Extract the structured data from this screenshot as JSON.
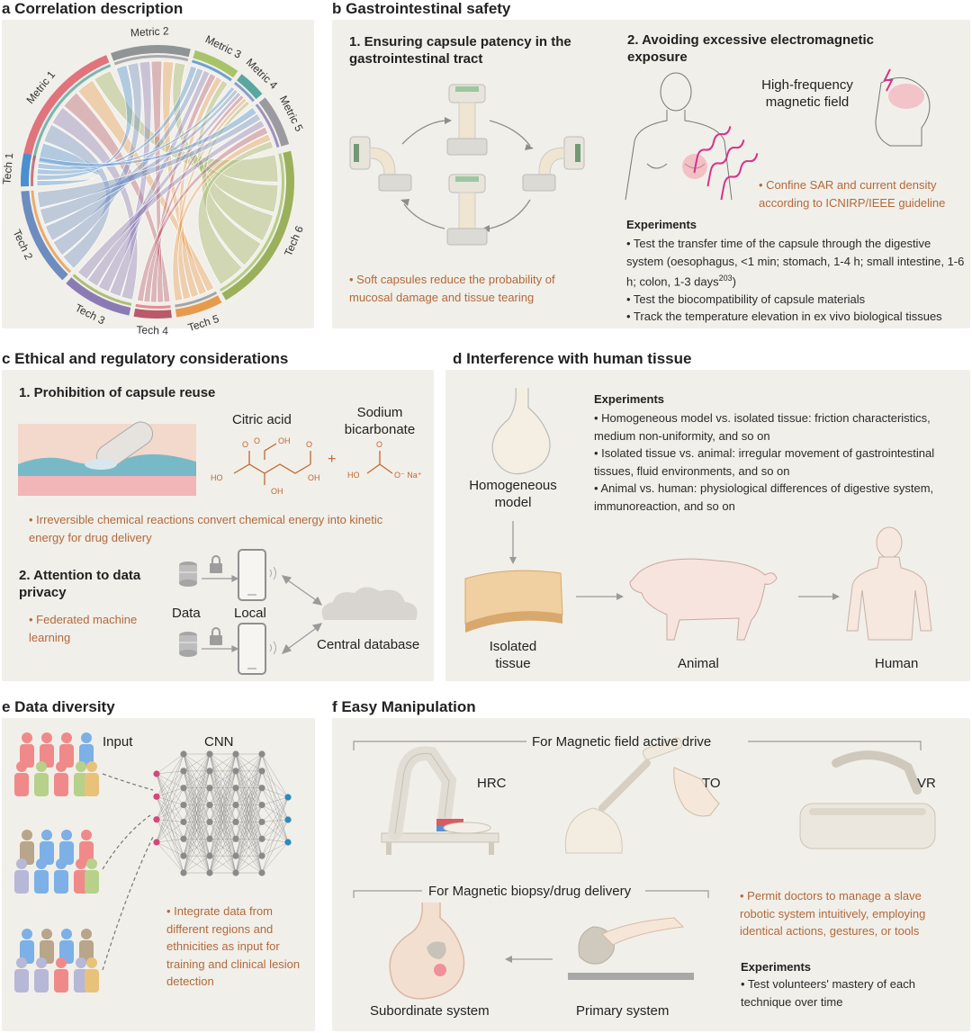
{
  "panel_a": {
    "title": "a Correlation description",
    "metrics": [
      "Metric 1",
      "Metric 2",
      "Metric 3",
      "Metric 4",
      "Metric 5"
    ],
    "techs": [
      "Tech 1",
      "Tech 2",
      "Tech 3",
      "Tech 4",
      "Tech 5",
      "Tech 6"
    ],
    "colors": [
      "#e0737c",
      "#8f9496",
      "#a8c46a",
      "#5aa7a0",
      "#9a9aa0",
      "#4a8fcf",
      "#6d8cbf",
      "#8b7bb5",
      "#b85a6a",
      "#e79a4e",
      "#9bb05a"
    ]
  },
  "panel_b": {
    "title": "b Gastrointestinal safety",
    "sub1": "1. Ensuring capsule patency in the gastrointestinal tract",
    "note1": "• Soft capsules reduce the probability of mucosal damage and tissue tearing",
    "sub2": "2. Avoiding excessive electromagnetic exposure",
    "field_label": "High-frequency magnetic field",
    "note2": "• Confine SAR and current density according to ICNIRP/IEEE guideline",
    "exp_title": "Experiments",
    "exp1_main": "• Test the transfer time of the capsule through the digestive system (oesophagus, <1 min; stomach, 1-4 h; small intestine, 1-6 h; colon, 1-3 days",
    "exp1_sup": "203",
    "exp1_end": ")",
    "exp2": "• Test the biocompatibility of capsule materials",
    "exp3": "• Track the temperature elevation in ex vivo biological tissues"
  },
  "panel_c": {
    "title": "c Ethical and regulatory considerations",
    "sub1": "1. Prohibition of capsule reuse",
    "citric": "Citric acid",
    "sodium": "Sodium bicarbonate",
    "plus": "+",
    "note1": "• Irreversible chemical reactions convert chemical energy into kinetic energy for drug delivery",
    "sub2": "2. Attention to data privacy",
    "note2": "• Federated machine learning",
    "data": "Data",
    "local": "Local",
    "central": "Central database"
  },
  "panel_d": {
    "title": "d Interference with human tissue",
    "exp_title": "Experiments",
    "exp1": "• Homogeneous model vs. isolated tissue: friction characteristics, medium non-uniformity, and so on",
    "exp2": "• Isolated tissue vs. animal: irregular movement of gastrointestinal tissues, fluid environments, and so on",
    "exp3": "• Animal vs. human: physiological differences of digestive system, immunoreaction, and so on",
    "homog": "Homogeneous model",
    "isolated": "Isolated tissue",
    "animal": "Animal",
    "human": "Human"
  },
  "panel_e": {
    "title": "e Data diversity",
    "input": "Input",
    "cnn": "CNN",
    "note": "• Integrate data from different regions and ethnicities as input for training and clinical lesion detection"
  },
  "panel_f": {
    "title": "f Easy Manipulation",
    "drive": "For Magnetic field active drive",
    "hrc": "HRC",
    "to": "TO",
    "vr": "VR",
    "biopsy": "For Magnetic biopsy/drug delivery",
    "subordinate": "Subordinate system",
    "primary": "Primary system",
    "note": "• Permit doctors to manage a slave robotic system intuitively, employing identical actions, gestures, or tools",
    "exp_title": "Experiments",
    "exp1": "• Test volunteers' mastery of each technique over time"
  }
}
